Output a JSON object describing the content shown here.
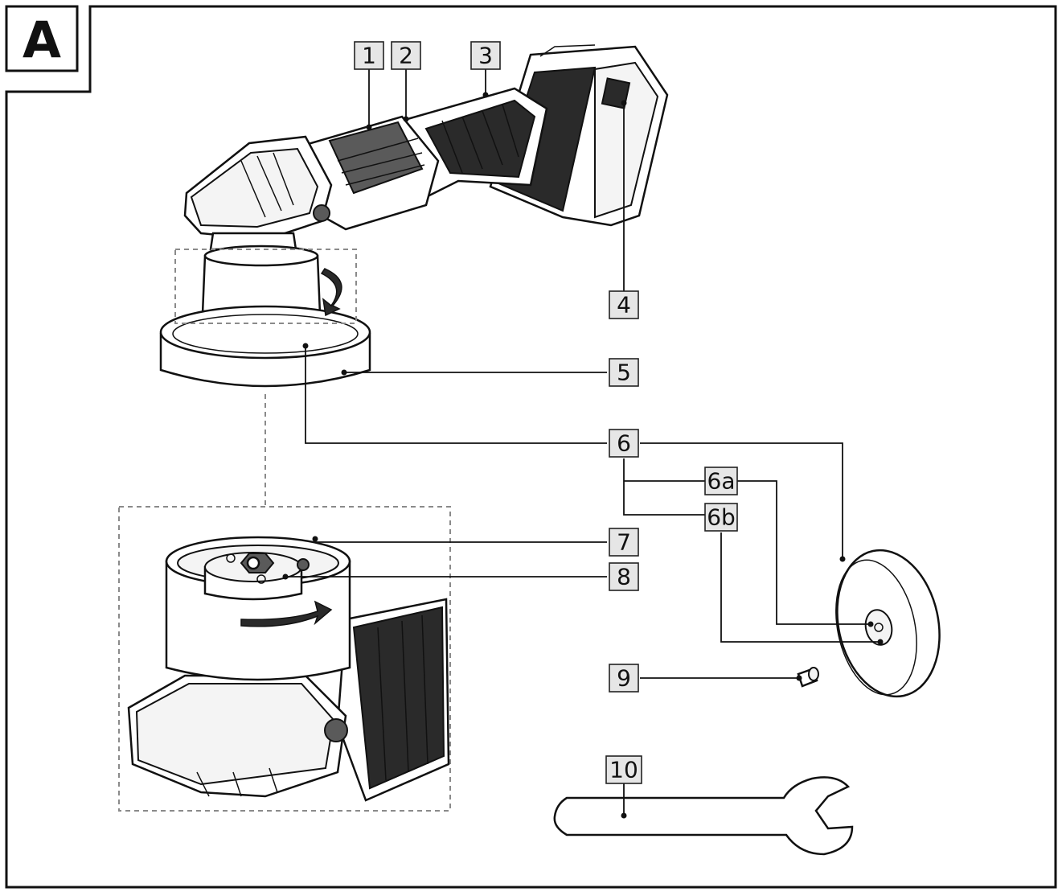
{
  "panel": {
    "letter": "A"
  },
  "callouts": [
    {
      "id": "1",
      "label": "1"
    },
    {
      "id": "2",
      "label": "2"
    },
    {
      "id": "3",
      "label": "3"
    },
    {
      "id": "4",
      "label": "4"
    },
    {
      "id": "5",
      "label": "5"
    },
    {
      "id": "6",
      "label": "6"
    },
    {
      "id": "6a",
      "label": "6a"
    },
    {
      "id": "6b",
      "label": "6b"
    },
    {
      "id": "7",
      "label": "7"
    },
    {
      "id": "8",
      "label": "8"
    },
    {
      "id": "9",
      "label": "9"
    },
    {
      "id": "10",
      "label": "10"
    }
  ],
  "icons": {
    "polisher": "orbital-polisher-icon",
    "polishing_pad": "polishing-pad-icon",
    "backing_plate": "backing-plate-icon",
    "screw": "screw-icon",
    "wrench": "wrench-icon",
    "rotation_arrow": "rotation-arrow-icon"
  },
  "colors": {
    "line": "#111111",
    "box_fill": "#e6e6e6",
    "dash": "#8a8a8a"
  }
}
